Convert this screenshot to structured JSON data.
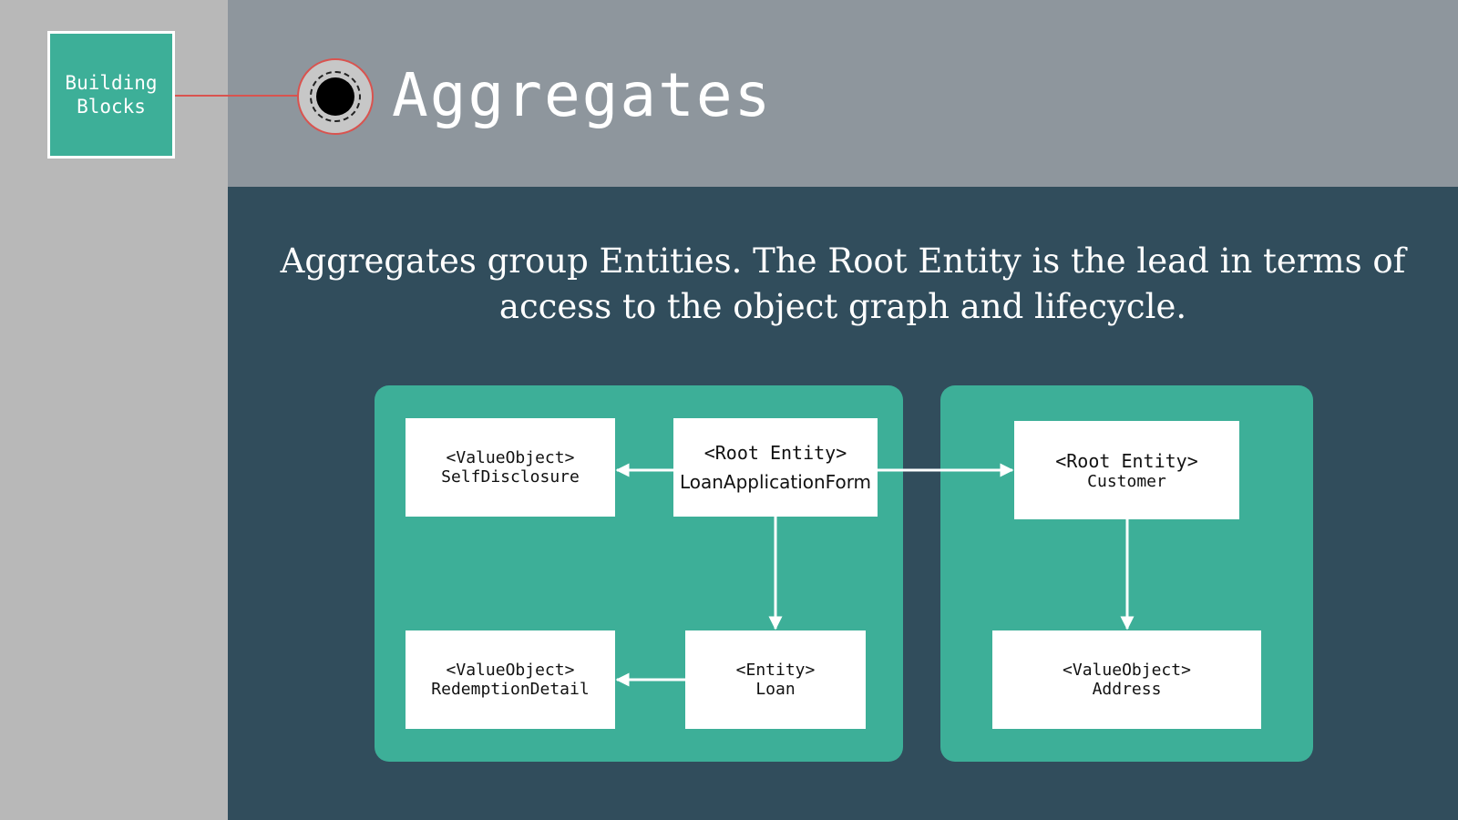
{
  "nav": {
    "label": "Building\nBlocks"
  },
  "header": {
    "title": "Aggregates"
  },
  "description": "Aggregates group Entities. The Root Entity is the lead in terms of access to the object graph and lifecycle.",
  "diagram": {
    "nodes": {
      "self_disclosure": {
        "stereotype": "<ValueObject>",
        "name": "SelfDisclosure"
      },
      "loan_application_form": {
        "stereotype": "<Root Entity>",
        "name": "LoanApplicationForm"
      },
      "redemption_detail": {
        "stereotype": "<ValueObject>",
        "name": "RedemptionDetail"
      },
      "loan": {
        "stereotype": "<Entity>",
        "name": "Loan"
      },
      "customer": {
        "stereotype": "<Root Entity>",
        "name": "Customer"
      },
      "address": {
        "stereotype": "<ValueObject>",
        "name": "Address"
      }
    }
  },
  "colors": {
    "sidebar": "#b8b8b8",
    "header": "#8e969d",
    "main": "#314d5c",
    "accent": "#3daf98",
    "connector": "#d9534f"
  }
}
